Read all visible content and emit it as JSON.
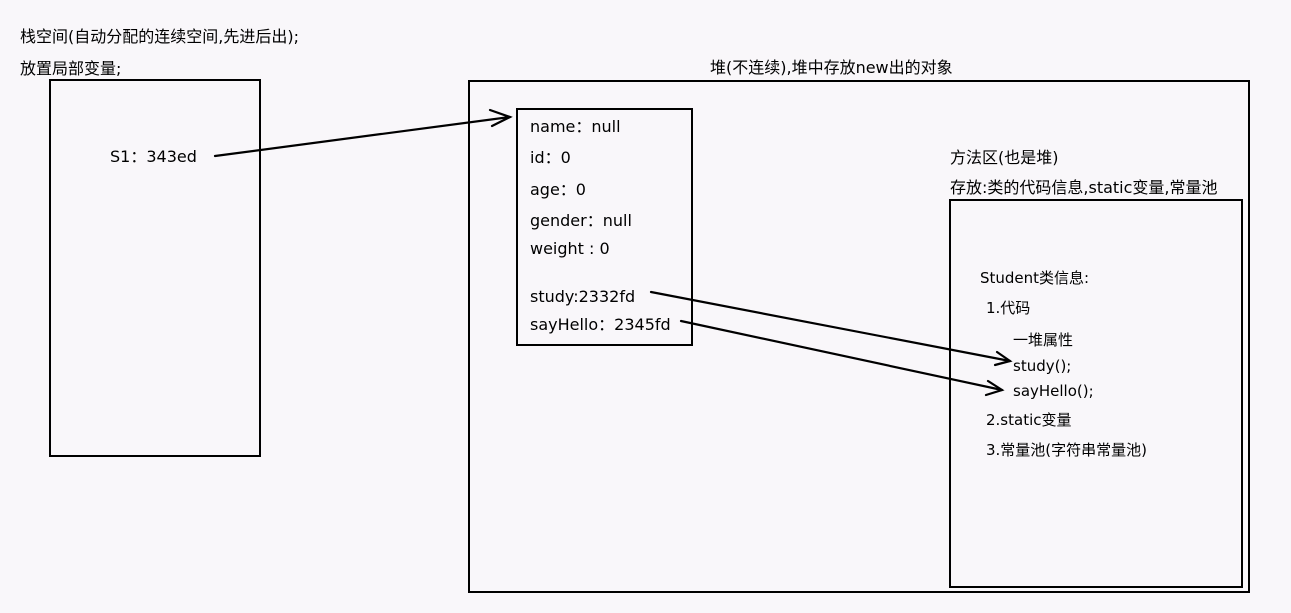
{
  "stack": {
    "title_line1": "栈空间(自动分配的连续空间,先进后出);",
    "title_line2": "放置局部变量;",
    "variable": "S1：343ed"
  },
  "heap": {
    "title": "堆(不连续),堆中存放new出的对象",
    "object_fields": [
      "name：null",
      "id：0",
      "age：0",
      "gender：null",
      "weight : 0",
      "study:2332fd",
      "sayHello：2345fd"
    ]
  },
  "method_area": {
    "title_line1": "方法区(也是堆)",
    "title_line2": "存放:类的代码信息,static变量,常量池",
    "class_info_title": "Student类信息:",
    "items": [
      "1.代码",
      "一堆属性",
      "study();",
      "sayHello();",
      "2.static变量",
      "3.常量池(字符串常量池)"
    ]
  }
}
